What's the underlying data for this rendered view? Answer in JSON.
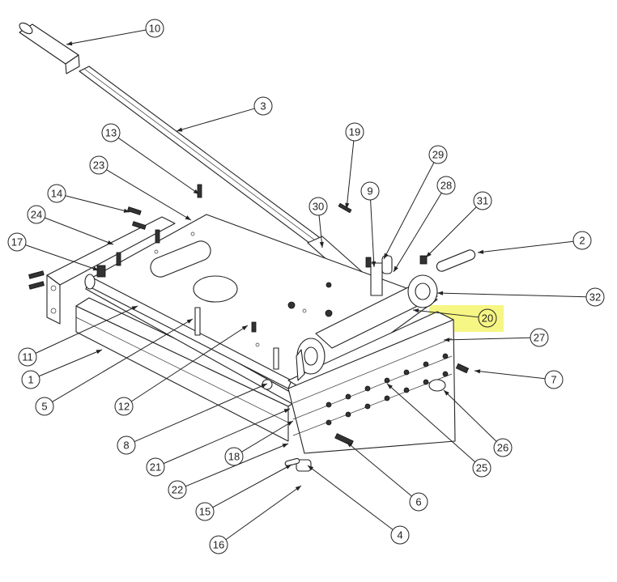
{
  "diagram": {
    "highlight_color": "#f5f56e",
    "callouts": [
      {
        "id": "c10",
        "label": "10"
      },
      {
        "id": "c3",
        "label": "3"
      },
      {
        "id": "c13",
        "label": "13"
      },
      {
        "id": "c23",
        "label": "23"
      },
      {
        "id": "c19",
        "label": "19"
      },
      {
        "id": "c29",
        "label": "29"
      },
      {
        "id": "c28",
        "label": "28"
      },
      {
        "id": "c30",
        "label": "30"
      },
      {
        "id": "c9",
        "label": "9"
      },
      {
        "id": "c31",
        "label": "31"
      },
      {
        "id": "c14",
        "label": "14"
      },
      {
        "id": "c24",
        "label": "24"
      },
      {
        "id": "c2",
        "label": "2"
      },
      {
        "id": "c17",
        "label": "17"
      },
      {
        "id": "c32",
        "label": "32"
      },
      {
        "id": "c20",
        "label": "20"
      },
      {
        "id": "c27",
        "label": "27"
      },
      {
        "id": "c11",
        "label": "11"
      },
      {
        "id": "c1",
        "label": "1"
      },
      {
        "id": "c7",
        "label": "7"
      },
      {
        "id": "c5",
        "label": "5"
      },
      {
        "id": "c12",
        "label": "12"
      },
      {
        "id": "c26",
        "label": "26"
      },
      {
        "id": "c8",
        "label": "8"
      },
      {
        "id": "c25",
        "label": "25"
      },
      {
        "id": "c21",
        "label": "21"
      },
      {
        "id": "c18",
        "label": "18"
      },
      {
        "id": "c22",
        "label": "22"
      },
      {
        "id": "c6",
        "label": "6"
      },
      {
        "id": "c15",
        "label": "15"
      },
      {
        "id": "c4",
        "label": "4"
      },
      {
        "id": "c16",
        "label": "16"
      }
    ]
  }
}
